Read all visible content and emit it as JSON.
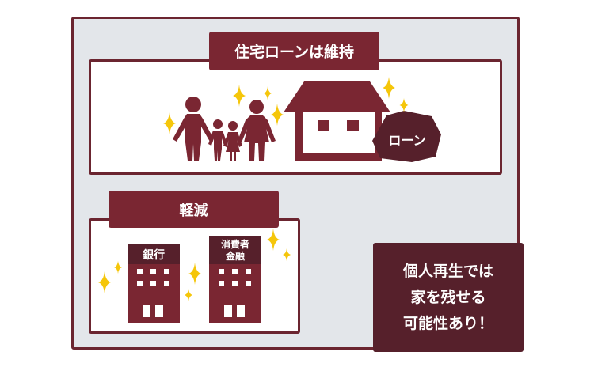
{
  "top_section": {
    "title": "住宅ローンは維持",
    "rock_label": "ローン"
  },
  "bottom_section": {
    "title": "軽減",
    "building1_label": "銀行",
    "building2_label_line1": "消費者",
    "building2_label_line2": "金融"
  },
  "callout": {
    "line1": "個人再生では",
    "line2": "家を残せる",
    "line3": "可能性あり！"
  },
  "colors": {
    "primary": "#7a2632",
    "dark": "#56202b",
    "sparkle": "#f5c60a",
    "background": "#e3e6ea"
  }
}
